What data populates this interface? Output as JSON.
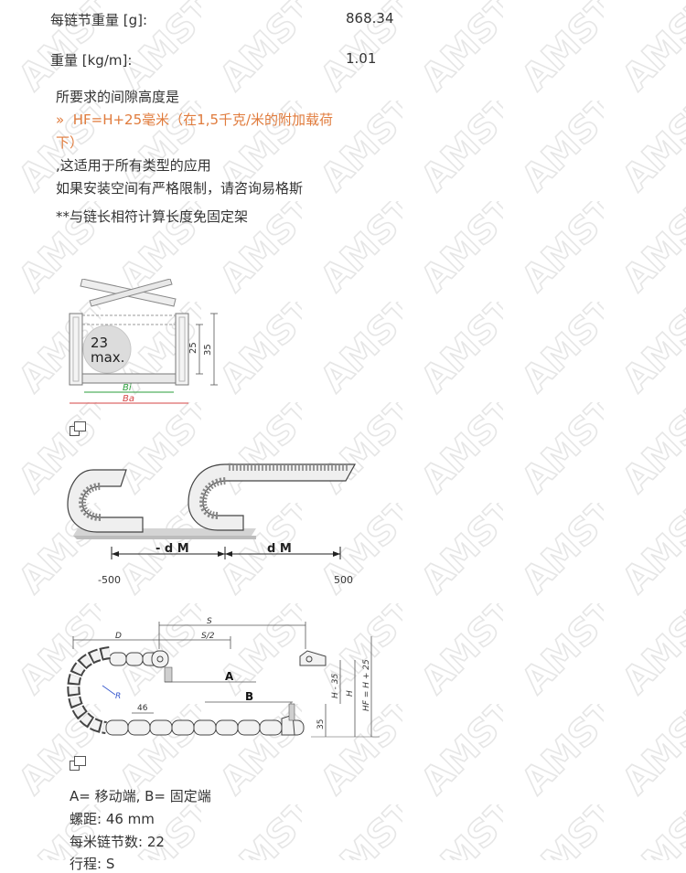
{
  "specs": [
    {
      "label": "每链节重量 [g]:",
      "value": "868.34"
    },
    {
      "label": "重量 [kg/m]:",
      "value": "1.01"
    }
  ],
  "notes": {
    "clearance_title": "所要求的间隙高度是",
    "formula_bullet": "»",
    "formula_line1": "HF=H+25毫米（在1,5千克/米的附加载荷",
    "formula_line2": "下）",
    "applies": ",这适用于所有类型的应用",
    "consult": "如果安装空间有严格限制，请咨询易格斯",
    "calc_note": "**与链长相符计算长度免固定架"
  },
  "cross_section": {
    "inner_label_value": "23",
    "inner_label_unit": "max.",
    "dim_inner_height": "25",
    "dim_outer_height": "35",
    "bi_label": "Bi",
    "ba_label": "Ba",
    "colors": {
      "bi": "#2a9d3a",
      "ba": "#d64545"
    }
  },
  "travel_diagram": {
    "neg_label": "- d M",
    "pos_label": "d M",
    "neg_value": "-500",
    "pos_value": "500"
  },
  "side_diagram": {
    "label_s": "S",
    "label_s2": "S/2",
    "label_d": "D",
    "label_a": "A",
    "label_b": "B",
    "label_r": "R",
    "label_pitch": "46",
    "label_h35": "H - 35",
    "label_h": "H",
    "label_hf": "HF = H + 25",
    "label_35": "35"
  },
  "captions": {
    "ab": "A= 移动端, B= 固定端",
    "pitch": "螺距: 46 mm",
    "links_per_m": "每米链节数: 22",
    "stroke": "行程: S"
  },
  "watermark": "AMST",
  "icons": {
    "expand": "expand-icon"
  }
}
